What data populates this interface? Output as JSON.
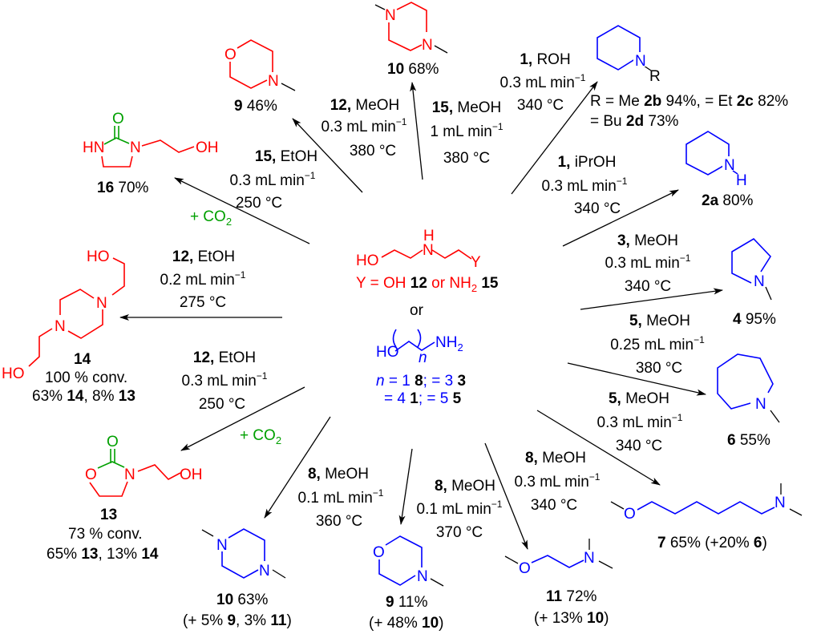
{
  "center": {
    "y_label_prefix": "Y = OH ",
    "y_12": "12",
    "y_or": " or NH",
    "y_nh2_sub": "2",
    "y_15": " 15",
    "or": "or",
    "aminoalcohol_nh2": "NH",
    "aminoalcohol_nh2_sub": "2",
    "aminoalcohol_ho": "HO",
    "aminoalcohol_n": "n",
    "n_line1": {
      "n": "n",
      "eq1": " = 1 ",
      "c8": "8",
      "eq3": "; = 3 ",
      "c3": "3"
    },
    "n_line2": {
      "eq4": "= 4 ",
      "c1": "1",
      "eq5": "; = 5 ",
      "c5": "5"
    },
    "atoms": {
      "ho": "HO",
      "n": "N",
      "h": "H",
      "y": "Y"
    }
  },
  "reactions": [
    {
      "id": "to-9-top",
      "reagent": "12,",
      "solvent": " MeOH",
      "flow": "0.3 mL min",
      "temp": "380 °C"
    },
    {
      "id": "to-10-top",
      "reagent": "15,",
      "solvent": " MeOH",
      "flow": "1 mL min",
      "temp": "380 °C"
    },
    {
      "id": "to-2bcd",
      "reagent": "1,",
      "solvent": " ROH",
      "flow": "0.3 mL min",
      "temp": "340 °C"
    },
    {
      "id": "to-2a",
      "reagent": "1,",
      "solvent": " iPrOH",
      "flow": "0.3 mL min",
      "temp": "340 °C"
    },
    {
      "id": "to-4",
      "reagent": "3,",
      "solvent": " MeOH",
      "flow": "0.3 mL min",
      "temp": "340 °C"
    },
    {
      "id": "to-6",
      "reagent": "5,",
      "solvent": " MeOH",
      "flow": "0.25 mL min",
      "temp": "380 °C"
    },
    {
      "id": "to-7",
      "reagent": "5,",
      "solvent": " MeOH",
      "flow": "0.3 mL min",
      "temp": "340 °C"
    },
    {
      "id": "to-11",
      "reagent": "8,",
      "solvent": " MeOH",
      "flow": "0.3 mL min",
      "temp": "340 °C"
    },
    {
      "id": "to-9-bottom",
      "reagent": "8,",
      "solvent": " MeOH",
      "flow": "0.1 mL min",
      "temp": "370 °C"
    },
    {
      "id": "to-10-bottom",
      "reagent": "8,",
      "solvent": " MeOH",
      "flow": "0.1 mL min",
      "temp": "360 °C"
    },
    {
      "id": "to-13",
      "reagent": "12,",
      "solvent": " EtOH",
      "flow": "0.3 mL min",
      "temp": "250 °C",
      "extra": "+ CO",
      "extra_sub": "2"
    },
    {
      "id": "to-14",
      "reagent": "12,",
      "solvent": " EtOH",
      "flow": "0.2 mL min",
      "temp": "275 °C"
    },
    {
      "id": "to-16",
      "reagent": "15,",
      "solvent": " EtOH",
      "flow": "0.3 mL min",
      "temp": "250 °C",
      "extra": "+ CO",
      "extra_sub": "2"
    }
  ],
  "flow_unit_sup": "−1",
  "products": {
    "p9_top": {
      "num": "9",
      "yield": " 46%"
    },
    "p10_top": {
      "num": "10",
      "yield": " 68%"
    },
    "p2bcd": {
      "line1_a": "R = Me ",
      "c2b": "2b",
      "line1_b": " 94%, = Et  ",
      "c2c": "2c",
      "line1_c": " 82%",
      "line2_a": "= Bu ",
      "c2d": "2d",
      "line2_b": " 73%",
      "r": "R"
    },
    "p2a": {
      "num": "2a",
      "yield": " 80%",
      "h": "H"
    },
    "p4": {
      "num": "4",
      "yield": " 95%"
    },
    "p6": {
      "num": "6",
      "yield": " 55%"
    },
    "p7": {
      "num": "7",
      "yield": " 65% (+20% ",
      "num2": "6",
      "close": ")"
    },
    "p11": {
      "num": "11",
      "yield": " 72%",
      "line2_a": "(+ 13% ",
      "num2": "10",
      "line2_b": ")"
    },
    "p9_bottom": {
      "num": "9",
      "yield": " 11%",
      "line2_a": "(+ 48% ",
      "num2": "10",
      "line2_b": ")"
    },
    "p10_bottom": {
      "num": "10",
      "yield": " 63%",
      "line2_a": "(+ 5% ",
      "num2": "9",
      "line2_mid": ", 3% ",
      "num3": "11",
      "line2_b": ")"
    },
    "p13": {
      "num": "13",
      "conv": "73 % conv.",
      "l3_a": "65% ",
      "n13": "13",
      "l3_b": ", 13% ",
      "n14": "14"
    },
    "p14": {
      "num": "14",
      "conv": "100 % conv.",
      "l3_a": "63% ",
      "n14": "14",
      "l3_b": ", 8% ",
      "n13": "13"
    },
    "p16": {
      "num": "16",
      "yield": " 70%"
    }
  },
  "atom_labels": {
    "N": "N",
    "O": "O",
    "OH": "OH",
    "HO": "HO",
    "HN": "HN"
  },
  "colors": {
    "substrate_ethanolamine": "#ff0000",
    "substrate_aminoalcohol": "#0000ff",
    "co2": "#00a000",
    "arrow": "#000000"
  }
}
